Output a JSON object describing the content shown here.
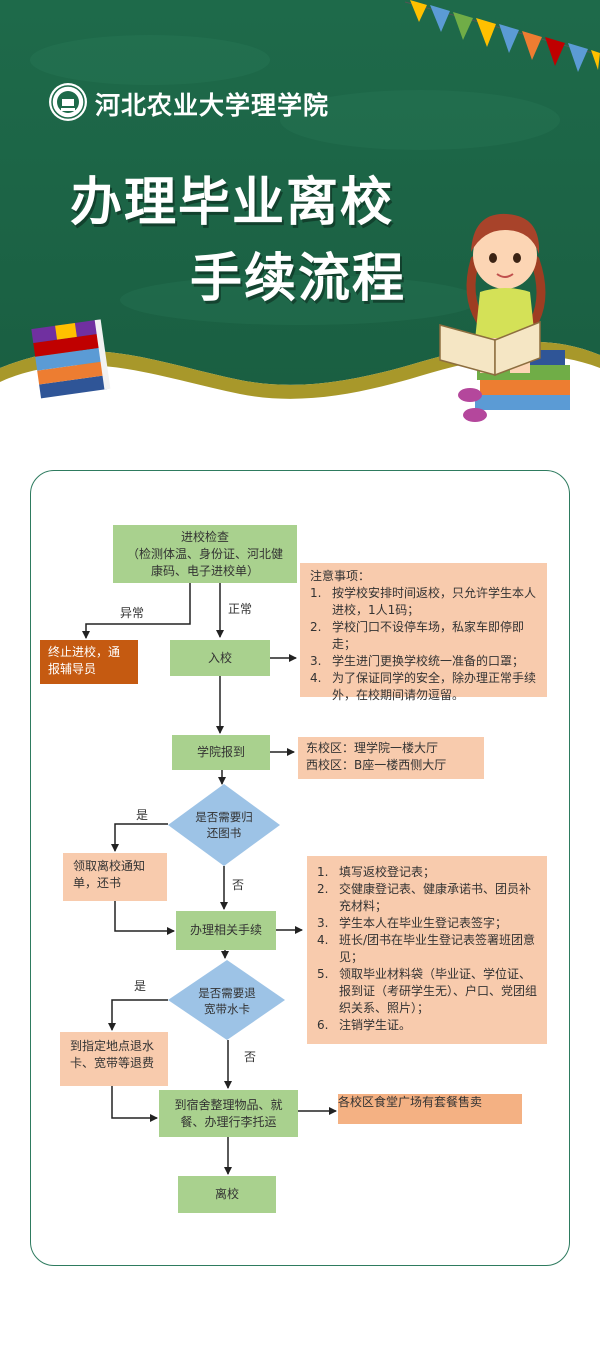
{
  "header": {
    "school_name": "河北农业大学理学院",
    "title_line1": "办理毕业离校",
    "title_line2": "手续流程",
    "colors": {
      "board_green": "#1f6b4c",
      "band_yellow": "#a8982a",
      "white": "#ffffff"
    }
  },
  "flow": {
    "entry_check": {
      "title": "进校检查",
      "detail": "（检测体温、身份证、河北健康码、电子进校单）"
    },
    "abnormal_label": "异常",
    "normal_label": "正常",
    "stop_entry": "终止进校，通报辅导员",
    "enter": "入校",
    "notes": {
      "heading": "注意事项：",
      "items": [
        "按学校安排时间返校，只允许学生本人进校，1人1码；",
        "学校门口不设停车场，私家车即停即走；",
        "学生进门更换学校统一准备的口罩；",
        "为了保证同学的安全，除办理正常手续外，在校期间请勿逗留。"
      ]
    },
    "report": "学院报到",
    "report_location": {
      "east": "东校区：理学院一楼大厅",
      "west": "西校区：B座一楼西侧大厅"
    },
    "decision_books": "是否需要归还图书",
    "yes_label_1": "是",
    "no_label_1": "否",
    "get_notice": "领取离校通知单，还书",
    "procedures": "办理相关手续",
    "procedures_list": [
      "填写返校登记表；",
      "交健康登记表、健康承诺书、团员补充材料；",
      "学生本人在毕业生登记表签字；",
      "班长/团书在毕业生登记表签署班团意见；",
      "领取毕业材料袋（毕业证、学位证、报到证（考研学生无）、户口、党团组织关系、照片）；",
      "注销学生证。"
    ],
    "decision_cards": "是否需要退宽带水卡",
    "yes_label_2": "是",
    "no_label_2": "否",
    "refund": "到指定地点退水卡、宽带等退费",
    "dorm": "到宿舍整理物品、就餐、办理行李托运",
    "canteen": "各校区食堂广场有套餐售卖",
    "leave": "离校",
    "colors": {
      "green_box": "#a9d18e",
      "peach_box": "#f8cbad",
      "orange_box": "#c55a11",
      "diamond": "#9dc3e6",
      "panel_border": "#2e7b5f"
    }
  }
}
